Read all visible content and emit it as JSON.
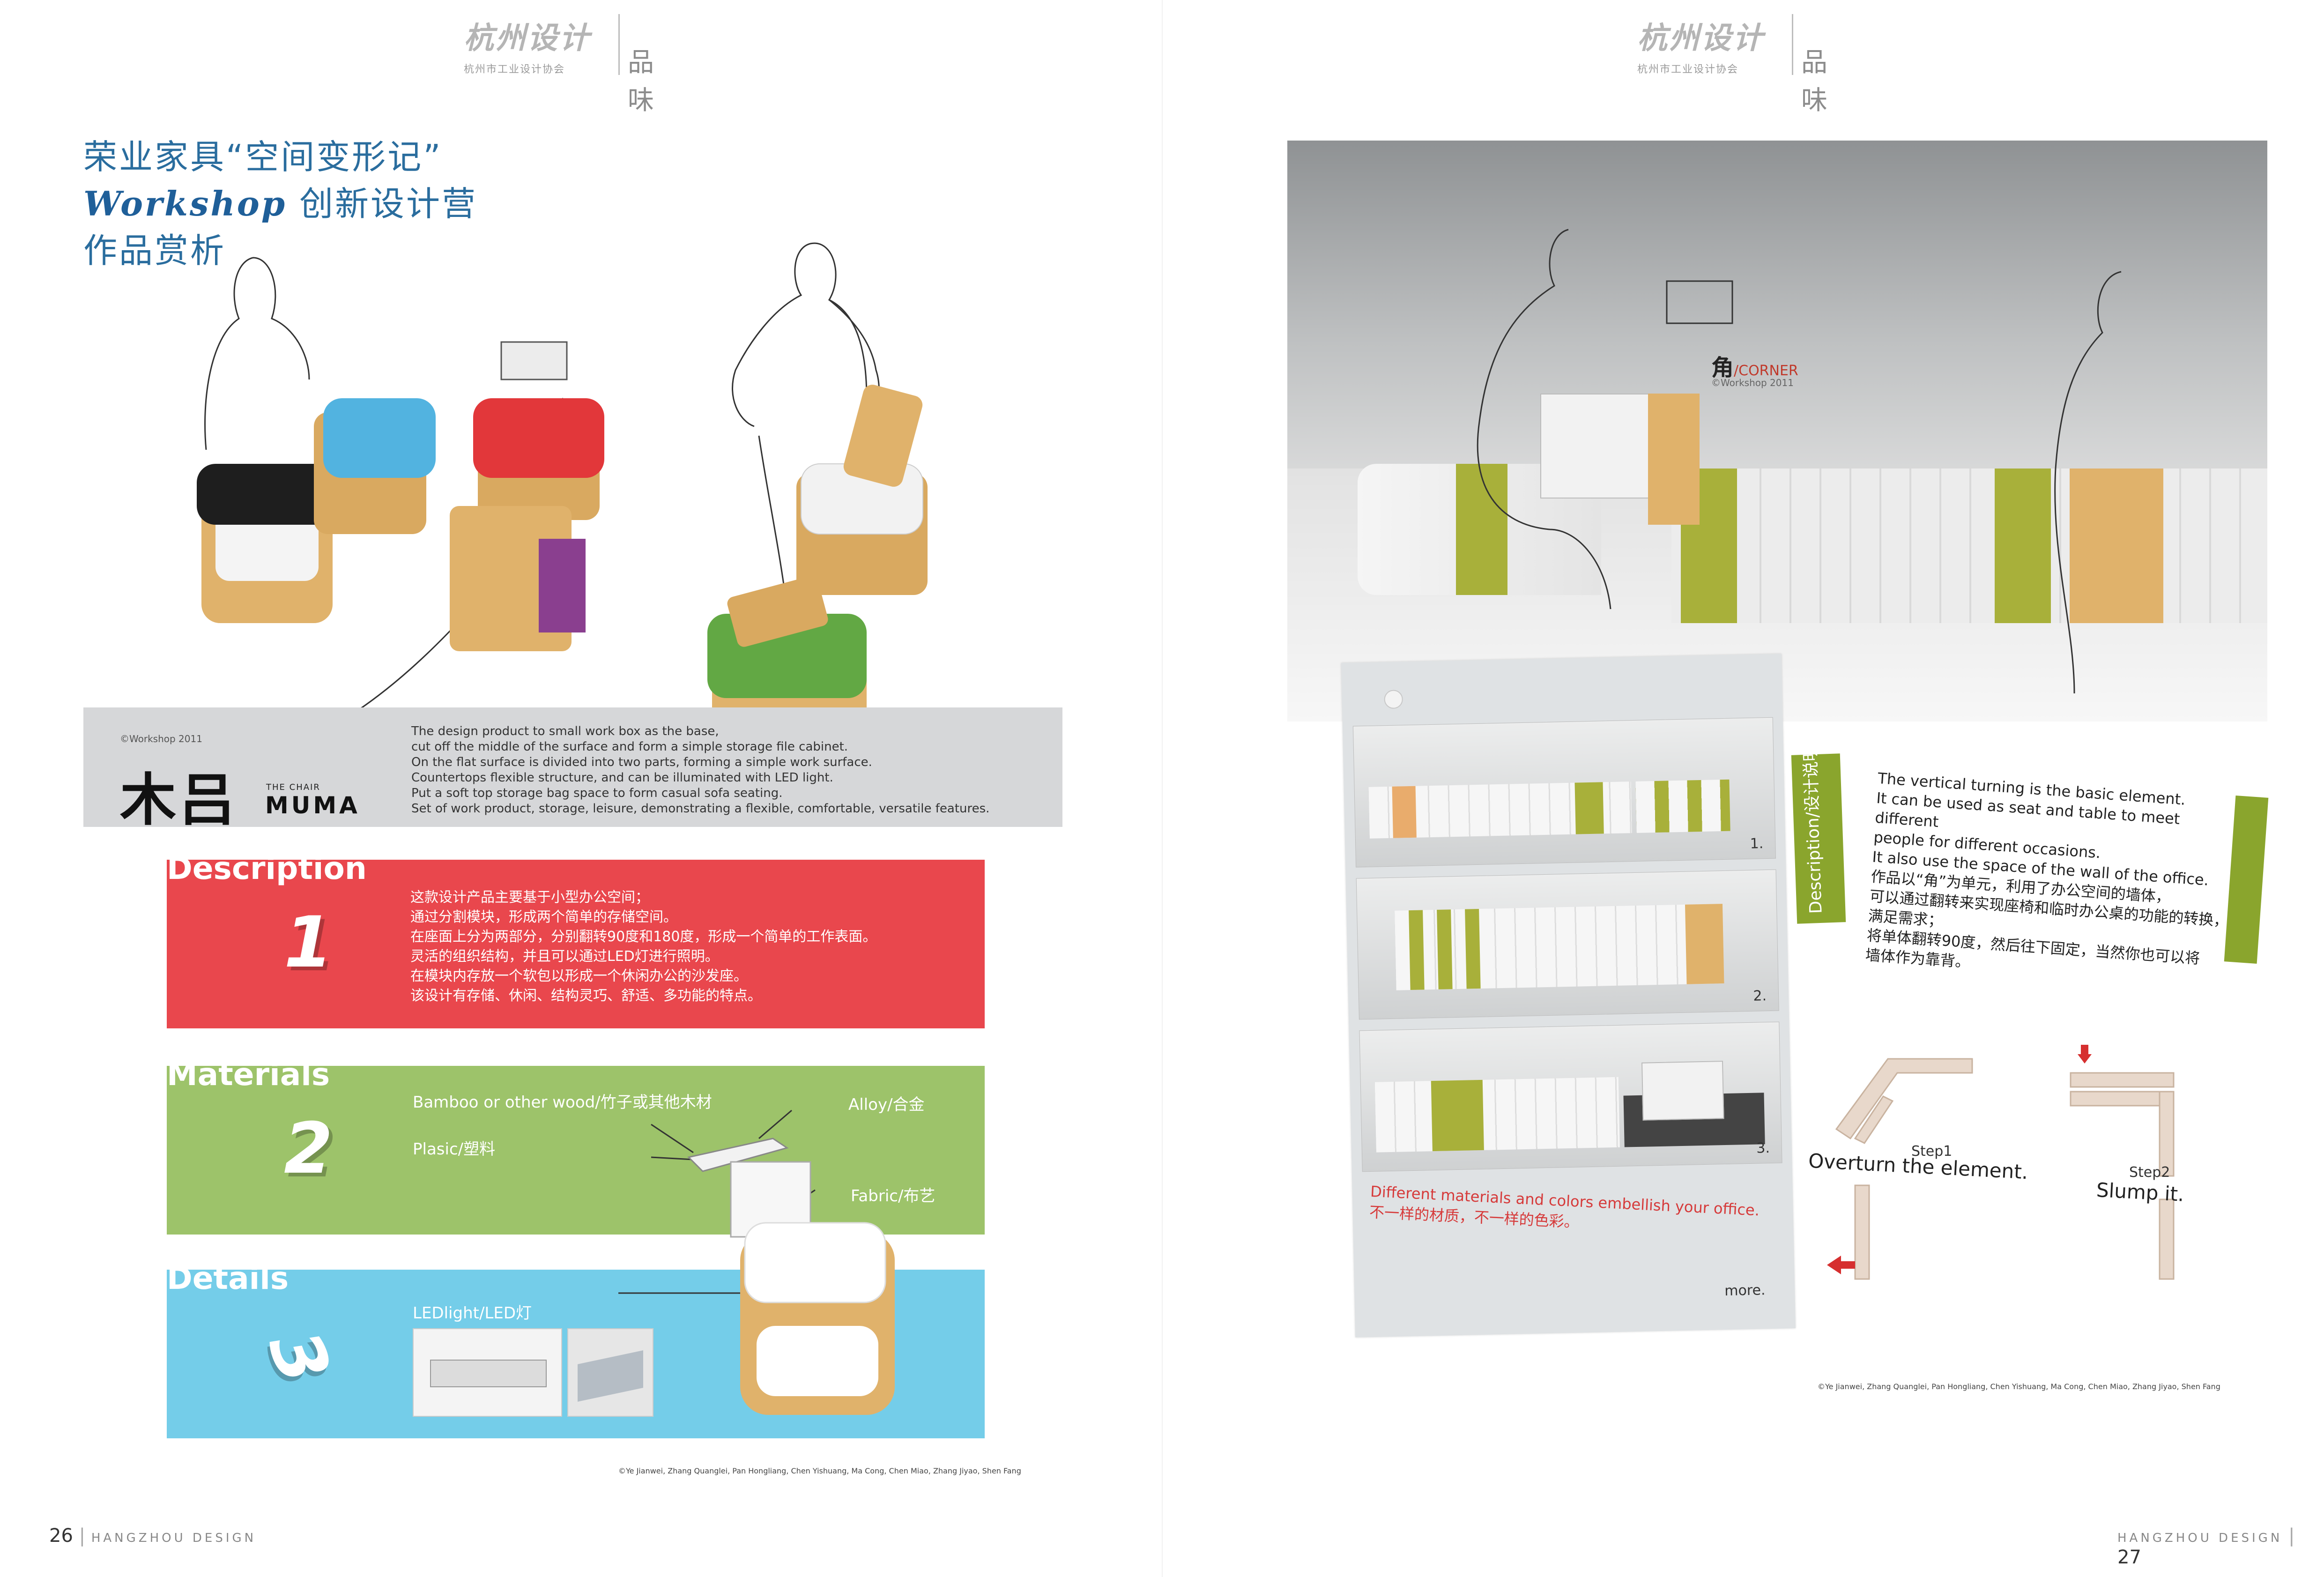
{
  "header_left": {
    "logo": "杭州设计",
    "org": "杭州市工业设计协会",
    "section": "品味"
  },
  "header_right": {
    "logo": "杭州设计",
    "org": "杭州市工业设计协会",
    "section": "品味"
  },
  "title": {
    "line1": "荣业家具“空间变形记”",
    "line2_brand": "Workshop",
    "line2_rest": "创新设计营",
    "line3": "作品赏析"
  },
  "band": {
    "copyright": "©Workshop 2011",
    "name_zh": "木吕",
    "the_chair": "THE CHAIR",
    "name_en": "MUMA",
    "description": [
      "The design product to small work box as the base,",
      "cut off the middle of the surface and form a simple storage file cabinet.",
      "On the flat surface is divided into two parts, forming a simple work surface.",
      "Countertops flexible structure, and can be illuminated with LED light.",
      "Put a soft top storage bag space to form casual sofa seating.",
      "Set of work product, storage, leisure, demonstrating a flexible, comfortable, versatile features."
    ]
  },
  "description_block": {
    "heading": "Description",
    "number": "1",
    "lines": [
      "这款设计产品主要基于小型办公空间；",
      "通过分割模块，形成两个简单的存储空间。",
      "在座面上分为两部分，分别翻转90度和180度，形成一个简单的工作表面。",
      "灵活的组织结构，并且可以通过LED灯进行照明。",
      "在模块内存放一个软包以形成一个休闲办公的沙发座。",
      "该设计有存储、休闲、结构灵巧、舒适、多功能的特点。"
    ]
  },
  "materials_block": {
    "heading": "Materials",
    "number": "2",
    "items": {
      "bamboo": "Bamboo or other wood/竹子或其他木材",
      "plastic": "Plasic/塑料",
      "alloy": "Alloy/合金",
      "fabric": "Fabric/布艺"
    }
  },
  "details_block": {
    "heading": "Details",
    "number": "3",
    "led": "LEDlight/LED灯"
  },
  "credit_left": "©Ye Jianwei, Zhang Quanglei, Pan Hongliang, Chen Yishuang, Ma Cong, Chen Miao, Zhang Jiyao, Shen Fang",
  "footer_left": {
    "page": "26",
    "label": "HANGZHOU DESIGN"
  },
  "corner": {
    "zh": "角",
    "en": "/CORNER",
    "copyright": "©Workshop 2011"
  },
  "board": {
    "frames": [
      "1.",
      "2.",
      "3."
    ],
    "caption_en": "Different materials and colors embellish your office.",
    "caption_zh": "不一样的材质，不一样的色彩。",
    "more": "more."
  },
  "side_tab": "Description/设计说明",
  "right_text": {
    "en": [
      "The vertical turning is the basic element.",
      "It can be used as seat and table to meet different",
      "people for different occasions.",
      "It also use the space of the wall of the office."
    ],
    "zh": [
      "作品以“角”为单元，利用了办公空间的墙体，",
      "可以通过翻转来实现座椅和临时办公桌的功能的转换，",
      "满足需求；",
      "将单体翻转90度，然后往下固定，当然你也可以将",
      "墙体作为靠背。"
    ]
  },
  "steps": {
    "step1_label": "Step1",
    "step1_text": "Overturn the element.",
    "step2_label": "Step2",
    "step2_text": "Slump it."
  },
  "credit_right": "©Ye Jianwei, Zhang Quanglei, Pan Hongliang, Chen Yishuang, Ma Cong, Chen Miao, Zhang Jiyao, Shen Fang",
  "footer_right": {
    "label": "HANGZHOU DESIGN",
    "page": "27"
  },
  "colors": {
    "red": "#e9474d",
    "green": "#9dc36a",
    "blue": "#74cde9",
    "olive": "#8aa52d",
    "title_blue": "#2a6d9e",
    "wood": "#e0b26b"
  }
}
